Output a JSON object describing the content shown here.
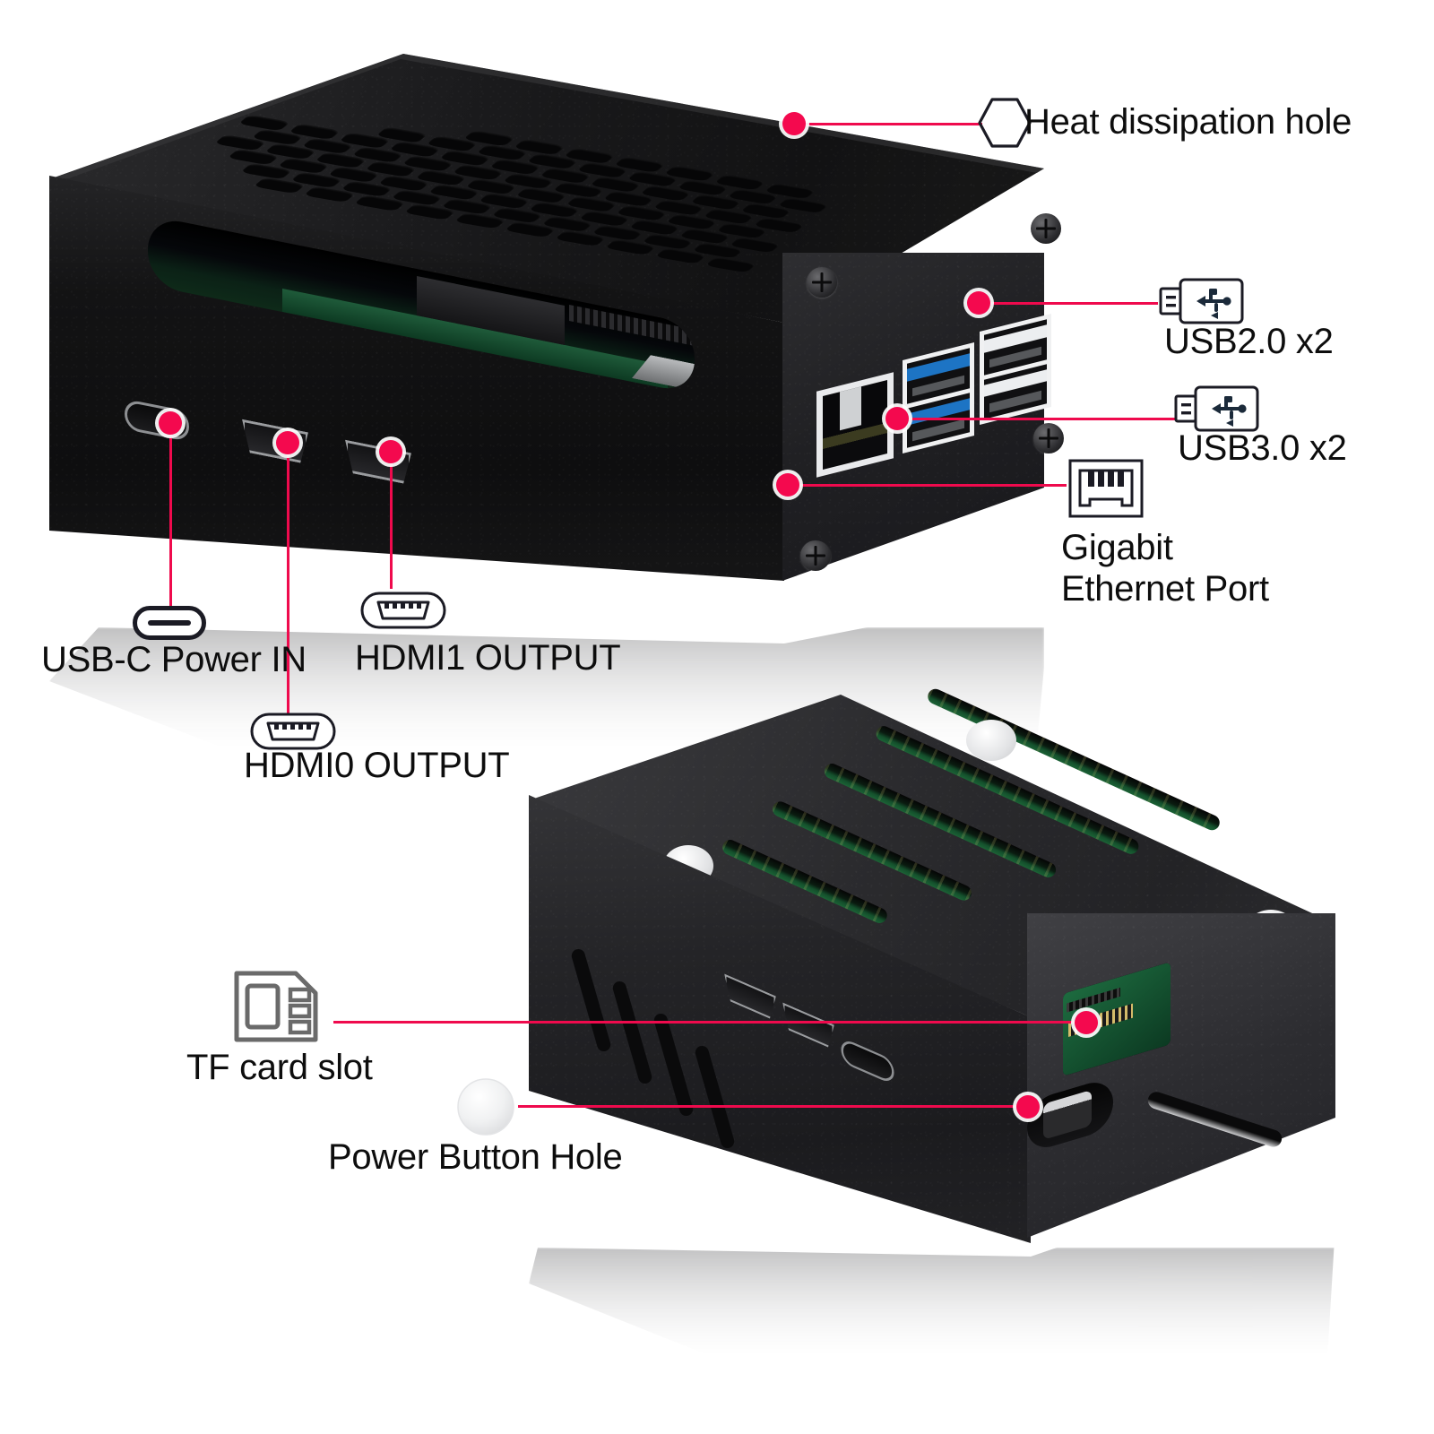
{
  "meta": {
    "title": "Raspberry Pi metal case port callout diagram",
    "background_color": "#ffffff",
    "accent_color": "#f4094e",
    "leader_line_color": "#ef0a4d",
    "text_color": "#0d0d0d",
    "icon_outline_color": "#1b1b24",
    "tf_icon_color": "#6a6a6a"
  },
  "callouts": [
    {
      "id": "heat-dissipation-hole",
      "label": "Heat dissipation hole",
      "icon": "hexagon-icon",
      "target": "top lid honeycomb vent"
    },
    {
      "id": "usb2",
      "label": "USB2.0 x2",
      "icon": "usb-connector-icon",
      "target": "black USB ports on right face"
    },
    {
      "id": "usb3",
      "label": "USB3.0 x2",
      "icon": "usb-connector-icon",
      "target": "blue USB ports on right face"
    },
    {
      "id": "gigabit-ethernet-port",
      "label": "Gigabit\nEthernet Port",
      "label_line1": "Gigabit",
      "label_line2": "Ethernet Port",
      "icon": "rj45-ethernet-icon",
      "target": "RJ45 jack on right face"
    },
    {
      "id": "usb-c-power-in",
      "label": "USB-C Power IN",
      "icon": "usb-c-icon",
      "target": "USB-C port on front face"
    },
    {
      "id": "hdmi0-output",
      "label": "HDMI0 OUTPUT",
      "icon": "micro-hdmi-icon",
      "target": "first micro HDMI port on front face"
    },
    {
      "id": "hdmi1-output",
      "label": "HDMI1 OUTPUT",
      "icon": "micro-hdmi-icon",
      "target": "second micro HDMI port on front face"
    },
    {
      "id": "tf-card-slot",
      "label": "TF card slot",
      "icon": "sd-card-icon",
      "target": "microSD slot on lower case right face"
    },
    {
      "id": "power-button-hole",
      "label": "Power Button Hole",
      "icon": "round-button-icon",
      "target": "power button opening on lower case right face"
    }
  ],
  "products": [
    {
      "id": "case-upper",
      "description": "Black metal enclosure, three-quarter view showing top honeycomb vent, front GPIO slot, USB-C and dual micro HDMI, right face with Ethernet and four USB ports"
    },
    {
      "id": "case-lower",
      "description": "Black metal enclosure shown from opposite angle with slotted vents over green PCB, four white rubber feet, micro HDMI and USB-C on front, TF card slot and power button hole on right"
    }
  ]
}
